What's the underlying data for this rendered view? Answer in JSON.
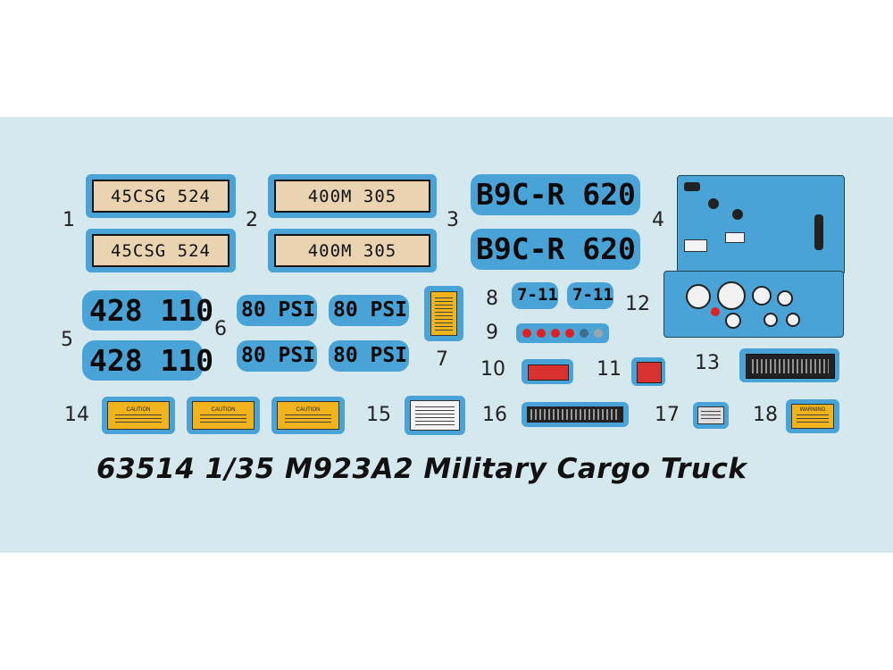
{
  "title": "63514  1/35 M923A2 Military Cargo Truck",
  "labels": [
    "1",
    "2",
    "3",
    "4",
    "5",
    "6",
    "7",
    "8",
    "9",
    "10",
    "11",
    "12",
    "13",
    "14",
    "15",
    "16",
    "17",
    "18"
  ],
  "plates": {
    "p1": "45CSG 524",
    "p2": "400M  305",
    "p3": "B9C-R 620",
    "p5": "428 110",
    "psi": "80 PSI",
    "p8": "7-11"
  },
  "warning": {
    "caution": "CAUTION",
    "warning": "WARNING"
  },
  "colors": {
    "sheet": "#d4e8ee",
    "decal_blue": "#4aa3d6",
    "plate_tan": "#e9d3b1",
    "caution_yellow": "#f1b31c"
  }
}
